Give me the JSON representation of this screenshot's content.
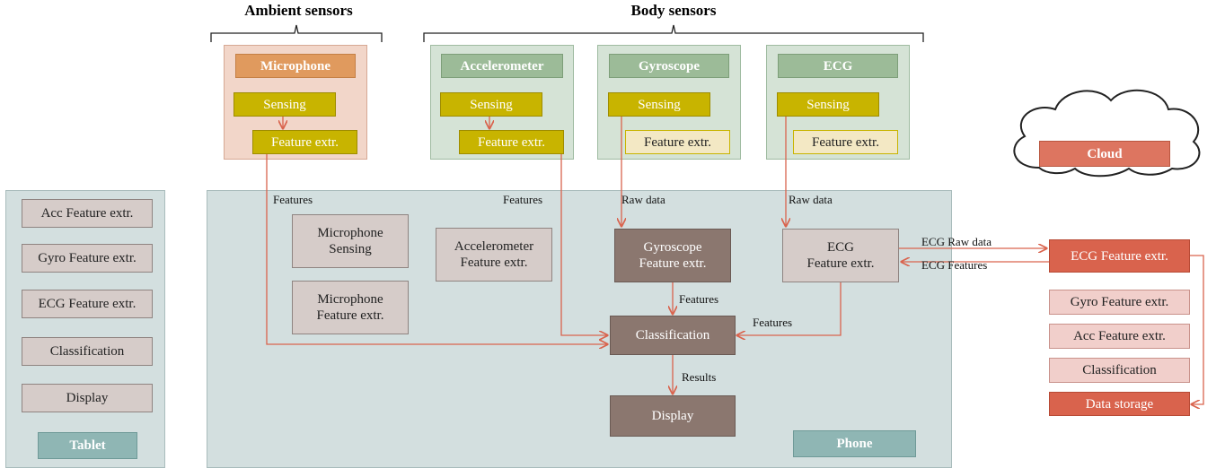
{
  "headers": {
    "ambient": "Ambient sensors",
    "body": "Body sensors"
  },
  "sensors": {
    "microphone": {
      "title": "Microphone",
      "sensing": "Sensing",
      "feature": "Feature extr."
    },
    "accelerometer": {
      "title": "Accelerometer",
      "sensing": "Sensing",
      "feature": "Feature extr."
    },
    "gyroscope": {
      "title": "Gyroscope",
      "sensing": "Sensing",
      "feature": "Feature extr."
    },
    "ecg": {
      "title": "ECG",
      "sensing": "Sensing",
      "feature": "Feature extr."
    }
  },
  "tablet": {
    "label": "Tablet",
    "items": [
      "Acc Feature extr.",
      "Gyro Feature extr.",
      "ECG Feature extr.",
      "Classification",
      "Display"
    ]
  },
  "phone": {
    "label": "Phone",
    "mic_sensing": "Microphone\nSensing",
    "mic_feature": "Microphone\nFeature extr.",
    "acc_feature": "Accelerometer\nFeature extr.",
    "gyro_feature": "Gyroscope\nFeature extr.",
    "ecg_feature": "ECG\nFeature extr.",
    "classification": "Classification",
    "display": "Display"
  },
  "cloud": {
    "label": "Cloud",
    "ecg_feature": "ECG Feature extr.",
    "items": [
      "Gyro Feature extr.",
      "Acc Feature extr.",
      "Classification"
    ],
    "storage": "Data storage"
  },
  "edge_labels": {
    "features_mic": "Features",
    "features_acc": "Features",
    "raw_gyro": "Raw data",
    "raw_ecg": "Raw data",
    "features_gyro": "Features",
    "features_ecg": "Features",
    "results": "Results",
    "ecg_raw_cloud": "ECG Raw data",
    "ecg_features_cloud": "ECG Features"
  },
  "colors": {
    "ambient_panel": "#f2d6c9",
    "body_panel": "#d5e3d6",
    "phone_panel": "#d3dfdf",
    "tablet_panel": "#d3dfdf",
    "sensing": "#c8b400",
    "arrow": "#d9634d"
  }
}
